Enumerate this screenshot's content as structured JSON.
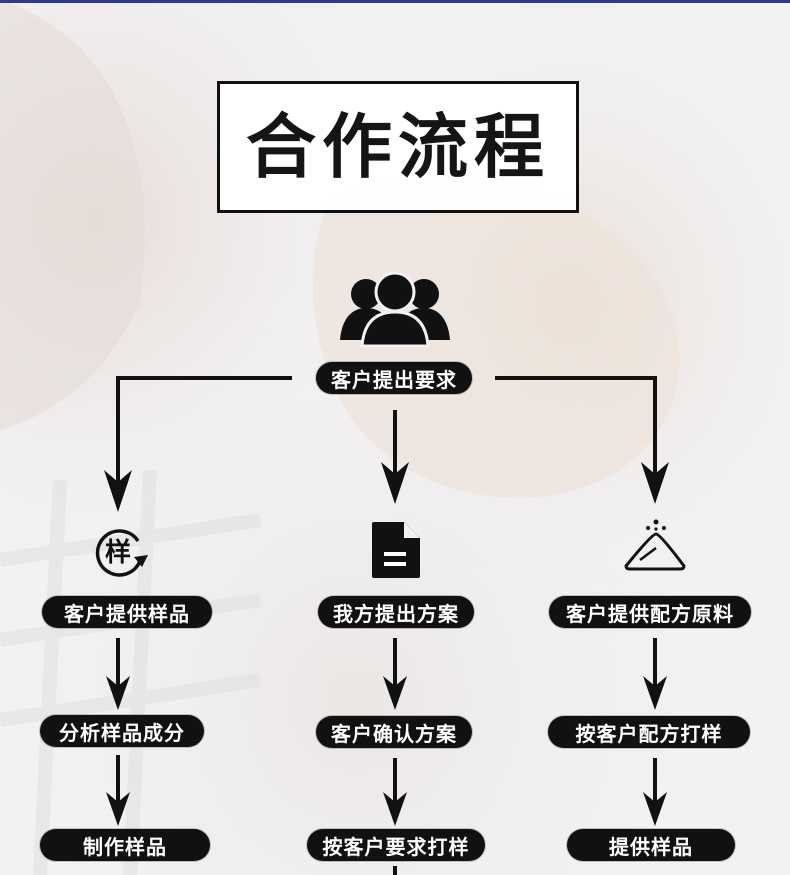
{
  "title": "合作流程",
  "start": {
    "label": "客户提出要求",
    "icon": "group-icon"
  },
  "columns": [
    {
      "icon": "sample-icon",
      "icon_text": "样",
      "steps": [
        "客户提供样品",
        "分析样品成分",
        "制作样品"
      ]
    },
    {
      "icon": "document-icon",
      "steps": [
        "我方提出方案",
        "客户确认方案",
        "按客户要求打样"
      ]
    },
    {
      "icon": "powder-icon",
      "steps": [
        "客户提供配方原料",
        "按客户配方打样",
        "提供样品"
      ]
    }
  ],
  "colors": {
    "pill": "#111111",
    "pill_text": "#ffffff",
    "line": "#111111",
    "accent_bar": "#2f3a8f"
  }
}
